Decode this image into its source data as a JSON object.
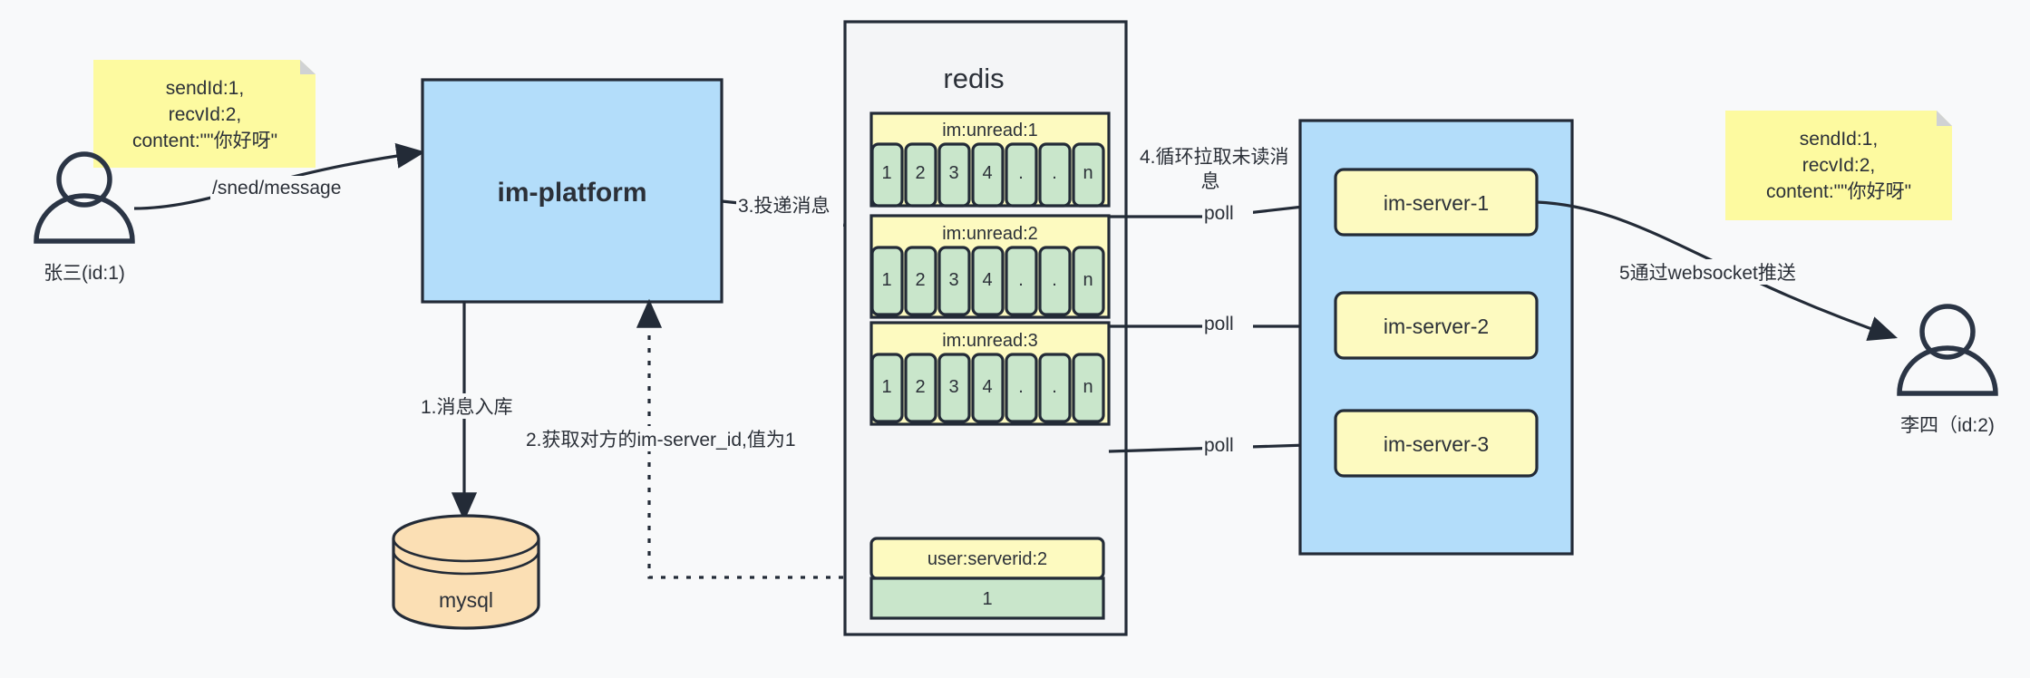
{
  "diagram": {
    "title": "IM message delivery architecture",
    "background": "#f8f9fa",
    "colors": {
      "blue": "#b3ddfa",
      "yellow": "#fdfac0",
      "note_yellow": "#fdfaa0",
      "green": "#c9e6cb",
      "orange": "#fbdfb4",
      "panel_gray": "#f4f5f7",
      "stroke": "#232b37"
    }
  },
  "notes": {
    "left": {
      "line1": "sendId:1,",
      "line2": "recvId:2,",
      "line3": "content:\"\"你好呀\""
    },
    "right": {
      "line1": "sendId:1,",
      "line2": "recvId:2,",
      "line3": "content:\"\"你好呀\""
    }
  },
  "actors": {
    "sender": {
      "label": "张三(id:1)",
      "icon": "person-icon"
    },
    "receiver": {
      "label": "李四（id:2)",
      "icon": "person-icon"
    }
  },
  "nodes": {
    "platform": {
      "label": "im-platform"
    },
    "mysql": {
      "label": "mysql"
    },
    "redis": {
      "label": "redis"
    },
    "server_group": {
      "servers": [
        {
          "label": "im-server-1"
        },
        {
          "label": "im-server-2"
        },
        {
          "label": "im-server-3"
        }
      ]
    }
  },
  "redis_keys": [
    {
      "key": "im:unread:1",
      "cells": [
        "1",
        "2",
        "3",
        "4",
        ".",
        ".",
        "n"
      ]
    },
    {
      "key": "im:unread:2",
      "cells": [
        "1",
        "2",
        "3",
        "4",
        ".",
        ".",
        "n"
      ]
    },
    {
      "key": "im:unread:3",
      "cells": [
        "1",
        "2",
        "3",
        "4",
        ".",
        ".",
        "n"
      ]
    }
  ],
  "redis_kv": {
    "key": "user:serverid:2",
    "value": "1"
  },
  "edges": {
    "send_message": "/sned/message",
    "step1": "1.消息入库",
    "step2": "2.获取对方的im-server_id,值为1",
    "step3": "3.投递消息",
    "step4_line1": "4.循环拉取未读消",
    "step4_line2": "息",
    "poll1": "poll",
    "poll2": "poll",
    "poll3": "poll",
    "step5": "5通过websocket推送"
  }
}
